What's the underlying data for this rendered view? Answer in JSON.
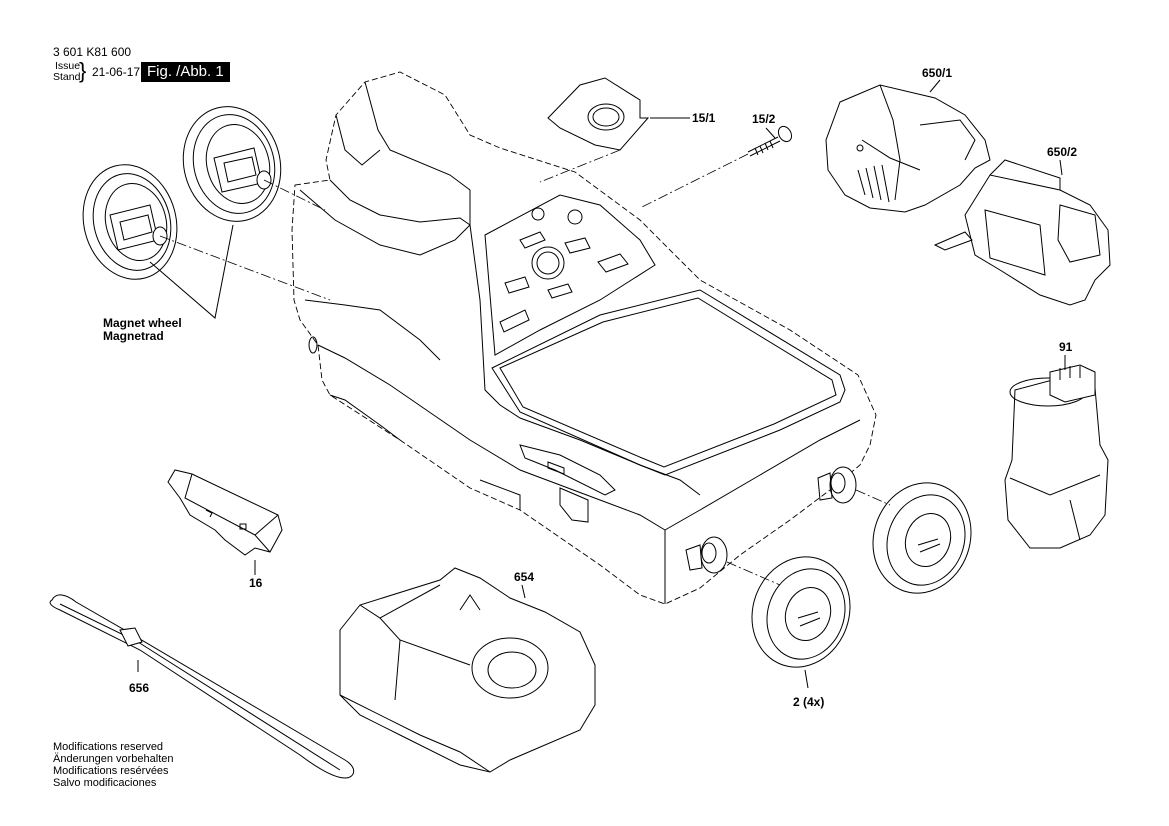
{
  "header": {
    "part_number": "3 601 K81 600",
    "issue_label": "Issue",
    "stand_label": "Stand",
    "date": "21-06-17",
    "figure_label": "Fig. /Abb. 1"
  },
  "callouts": {
    "magnet_wheel_en": "Magnet wheel",
    "magnet_wheel_de": "Magnetrad",
    "p15_1": "15/1",
    "p15_2": "15/2",
    "p650_1": "650/1",
    "p650_2": "650/2",
    "p91": "91",
    "p16": "16",
    "p654": "654",
    "p656": "656",
    "p2": "2 (4x)"
  },
  "footer": {
    "line1": "Modifications reserved",
    "line2": "Änderungen vorbehalten",
    "line3": "Modifications resérvées",
    "line4": "Salvo modificaciones"
  }
}
